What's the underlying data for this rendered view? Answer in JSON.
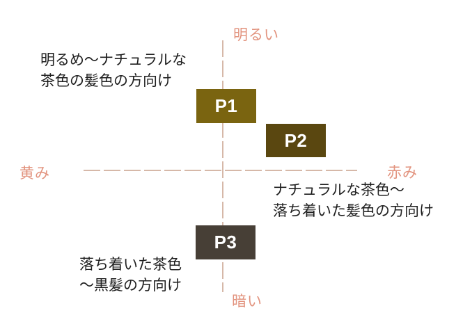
{
  "colors": {
    "background": "#FFFFFF",
    "axis_line": "#C9A08C",
    "axis_label": "#E2937E",
    "annotation_text": "#1F1F1F",
    "box_label": "#FFFFFF",
    "p1_fill": "#7A6410",
    "p2_fill": "#5A4710",
    "p3_fill": "#473F36"
  },
  "axes": {
    "top": "明るい",
    "bottom": "暗い",
    "left": "黄み",
    "right": "赤み"
  },
  "points": [
    {
      "label": "P1",
      "fill": "#7A6410",
      "position": "upper half, centered on vertical axis"
    },
    {
      "label": "P2",
      "fill": "#5A4710",
      "position": "upper-right quadrant, below and right of P1"
    },
    {
      "label": "P3",
      "fill": "#473F36",
      "position": "lower half, centered on vertical axis"
    }
  ],
  "annotations": {
    "top_left": {
      "line1": "明るめ～ナチュラルな",
      "line2": "茶色の髪色の方向け"
    },
    "bottom_right": {
      "line1": "ナチュラルな茶色～",
      "line2": "落ち着いた髪色の方向け"
    },
    "bottom_left": {
      "line1": "落ち着いた茶色",
      "line2": "～黒髪の方向け"
    }
  }
}
